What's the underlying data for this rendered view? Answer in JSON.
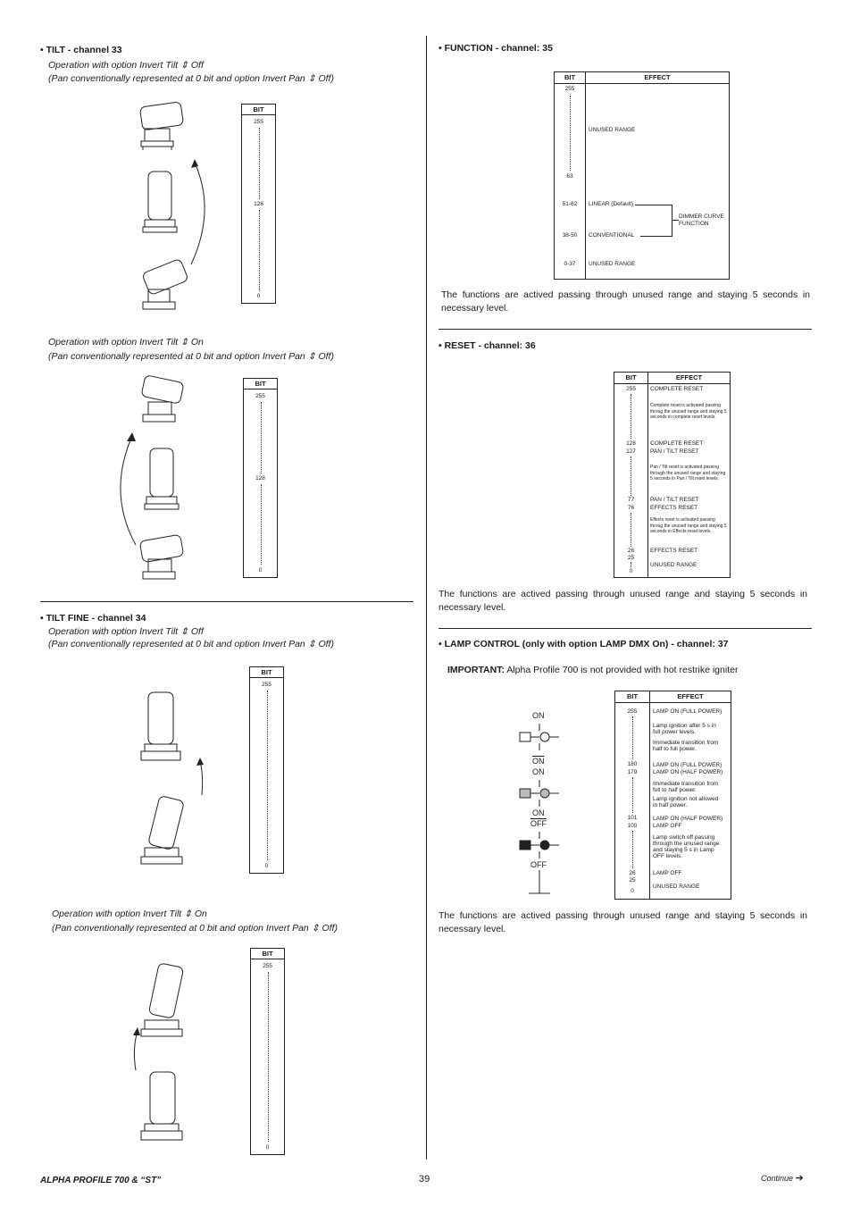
{
  "left": {
    "tilt33": {
      "heading": "• TILT - channel 33",
      "op1_line1": "Operation with option Invert Tilt",
      "op1_state": "Off",
      "op1_line2a": "(Pan conventionally represented at 0 bit and option Invert Pan",
      "op1_line2b": "Off)",
      "op2_line1": "Operation with option Invert Tilt",
      "op2_state": "On",
      "op2_line2a": "(Pan conventionally represented at 0 bit and option Invert Pan",
      "op2_line2b": "Off)"
    },
    "tilt34": {
      "heading": "• TILT FINE - channel 34",
      "op1_line1": "Operation with option Invert Tilt",
      "op1_state": "Off",
      "op1_line2a": "(Pan conventionally represented at 0 bit and option Invert Pan",
      "op1_line2b": "Off)",
      "op2_line1": "Operation with option Invert Tilt",
      "op2_state": "On",
      "op2_line2a": "(Pan conventionally represented at 0 bit and option Invert Pan",
      "op2_line2b": "Off)"
    },
    "bitbox": {
      "head": "BIT",
      "v255": "255",
      "v128": "128",
      "v0": "0"
    }
  },
  "right": {
    "function": {
      "heading": "• FUNCTION - channel: 35",
      "col_bit": "BIT",
      "col_effect": "EFFECT",
      "rows": [
        {
          "bit": "255",
          "effect": ""
        },
        {
          "bit": "63",
          "effect": "UNUSED RANGE"
        },
        {
          "bit": "51-62",
          "effect": "LINEAR (Default)"
        },
        {
          "bit": "38-50",
          "effect": "CONVENTIONAL"
        },
        {
          "bit": "0-37",
          "effect": "UNUSED RANGE"
        }
      ],
      "dimmer_label_1": "DIMMER CURVE",
      "dimmer_label_2": "FUNCTION",
      "note": "The functions are actived passing through unused range and staying 5 seconds in necessary level."
    },
    "reset": {
      "heading": "• RESET - channel: 36",
      "col_bit": "BIT",
      "col_effect": "EFFECT",
      "b255": "255",
      "b128": "128",
      "b127": "127",
      "b77": "77",
      "b76": "76",
      "b26": "26",
      "b25": "25",
      "b0": "0",
      "e1": "COMPLETE RESET",
      "e1_note": "Complete reset is activated passing throug the unused range and staying 5 seconds in complete reset levels.",
      "e2a": "COMPLETE RESET",
      "e2b": "PAN / TILT RESET",
      "e2_note": "Pan / Tilt reset is activated passing through the unused range and staying 5 seconds in Pan / Tilt reset levels.",
      "e3a": "PAN / TILT RESET",
      "e3b": "EFFECTS RESET",
      "e3_note": "Effects reset is activated passing throug the unused range and staying 5 seconds in Effects reset levels.",
      "e4": "EFFECTS RESET",
      "e5": "UNUSED RANGE",
      "note": "The functions are actived passing through unused range and staying 5 seconds in necessary level."
    },
    "lamp": {
      "heading": "•  LAMP CONTROL (only with option LAMP DMX On) - channel: 37",
      "important_label": "IMPORTANT:",
      "important_text": "Alpha Profile 700 is not provided with hot restrike igniter",
      "col_bit": "BIT",
      "col_effect": "EFFECT",
      "b255": "255",
      "b180": "180",
      "b179": "179",
      "b101": "101",
      "b100": "100",
      "b26": "26",
      "b25": "25",
      "b0": "0",
      "e1": "LAMP ON (FULL POWER)",
      "e1_n1": "Lamp ignition after 5 s in full power levels.",
      "e1_n2": "Immediate transition from half to full power.",
      "e2a": "LAMP ON (FULL POWER)",
      "e2b": "LAMP ON (HALF POWER)",
      "e2_n1": "Immediate transition from full to half power.",
      "e2_n2": "Lamp ignition not allowed in half power.",
      "e3a": "LAMP ON (HALF POWER)",
      "e3b": "LAMP OFF",
      "e3_n": "Lamp switch off passing through the unused range and staying 5 s in Lamp OFF levels.",
      "e4": "LAMP OFF",
      "e5": "UNUSED RANGE",
      "sym_on1": "ON",
      "sym_on2": "ON",
      "sym_on3": "ON",
      "sym_on4": "ON",
      "sym_off1": "OFF",
      "sym_off2": "OFF",
      "note": "The functions are actived passing through unused range and staying 5 seconds in necessary level."
    }
  },
  "footer": {
    "product": "ALPHA PROFILE 700 & “ST”",
    "page": "39",
    "continue": "Continue"
  }
}
